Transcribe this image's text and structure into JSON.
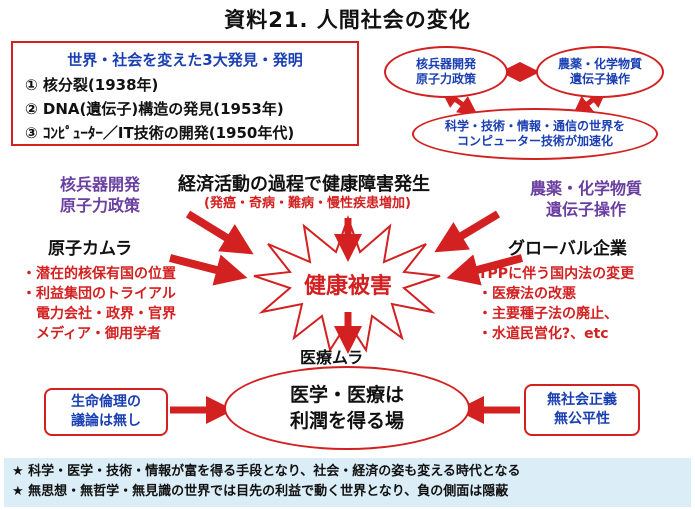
{
  "title": "資料21.  人間社会の変化",
  "discoveries": {
    "heading": "世界・社会を変えた3大発見・発明",
    "items": [
      "①  核分裂(1938年)",
      "②  DNA(遺伝子)構造の発見(1953年)",
      "③  ｺﾝﾋﾟｭｰﾀｰ／IT技術の開発(1950年代)"
    ]
  },
  "top_right": {
    "nuclear": [
      "核兵器開発",
      "原子力政策"
    ],
    "agri": [
      "農薬・化学物質",
      "遺伝子操作"
    ],
    "tech": [
      "科学・技術・情報・通信の世界を",
      "コンピューター技術が加速化"
    ]
  },
  "left_topic": [
    "核兵器開発",
    "原子力政策"
  ],
  "right_topic": [
    "農薬・化学物質",
    "遺伝子操作"
  ],
  "center_cause": {
    "title": "経済活動の過程で健康障害発生",
    "sub": "(発癌・奇病・難病・慢性疾患増加)"
  },
  "left_group": {
    "name": "原子カムラ",
    "lines": [
      "・潜在的核保有国の位置",
      "・利益集団のトライアル",
      "　電力会社・政界・官界",
      "　メディア・御用学者"
    ]
  },
  "right_group": {
    "name": "グローバル企業",
    "lines": [
      "TPPに伴う国内法の変更",
      "・医療法の改悪",
      "・主要種子法の廃止、",
      "・水道民営化?、etc"
    ]
  },
  "center": "健康被害",
  "medical_village": "医療ムラ",
  "bottom_center": [
    "医学・医療は",
    "利潤を得る場"
  ],
  "bottom_left": [
    "生命倫理の",
    "議論は無し"
  ],
  "bottom_right": [
    "無社会正義",
    "無公平性"
  ],
  "footer": [
    "★  科学・医学・技術・情報が富を得る手段となり、社会・経済の姿も変える時代となる",
    "★  無思想・無哲学・無見識の世界では目先の利益で動く世界となり、負の側面は隠蔽"
  ],
  "colors": {
    "red": "#d32020",
    "blue": "#1a3fb3",
    "purple": "#6a3fa0",
    "footer_bg": "#dbeef8"
  }
}
